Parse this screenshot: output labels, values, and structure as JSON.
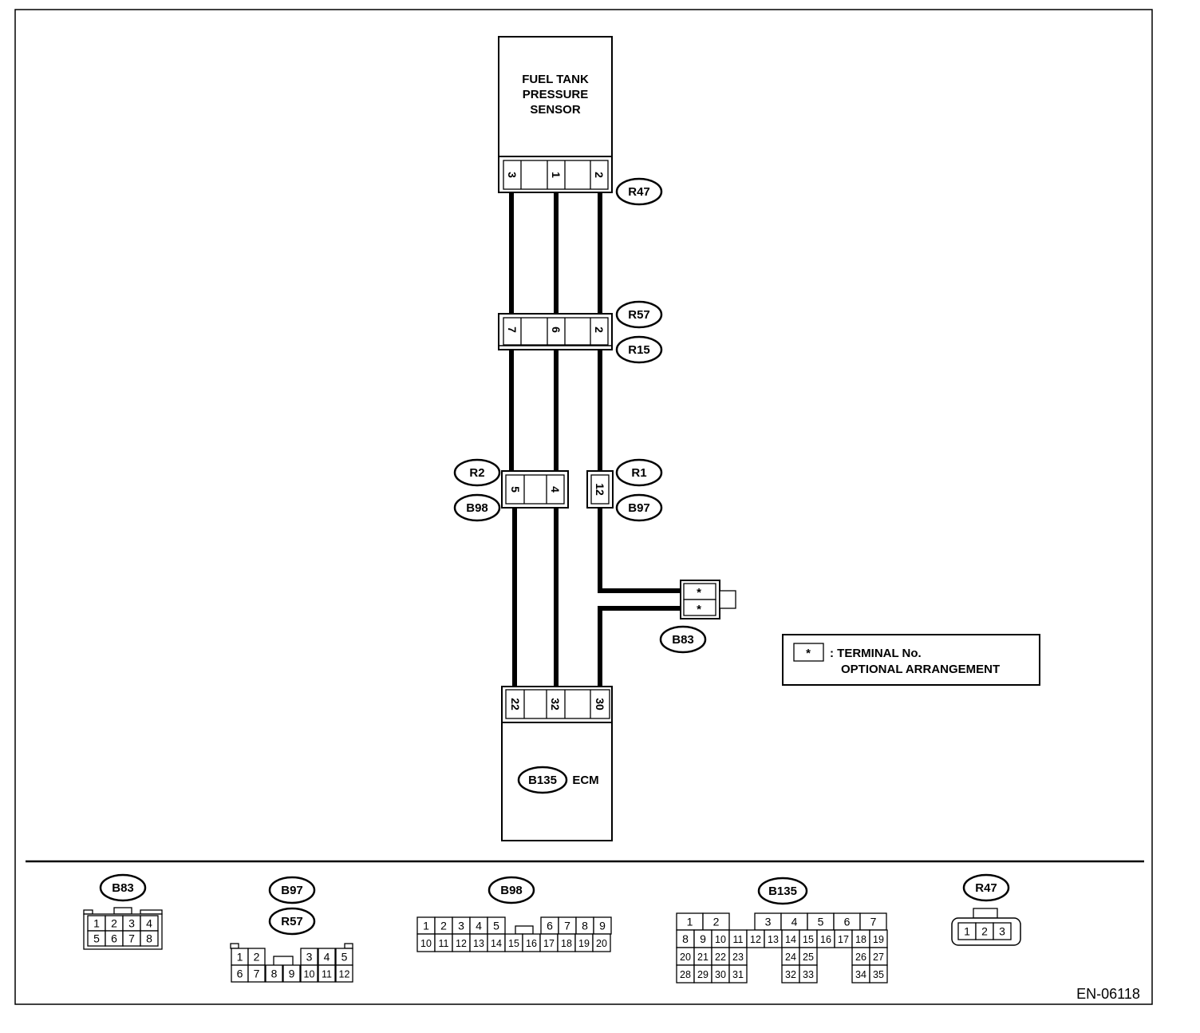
{
  "sensor": {
    "lines": [
      "FUEL TANK",
      "PRESSURE",
      "SENSOR"
    ]
  },
  "ecm": {
    "connector": "B135",
    "label": "ECM"
  },
  "connectors": {
    "r47": {
      "label": "R47",
      "pins": [
        "3",
        "1",
        "2"
      ]
    },
    "r57": {
      "label": "R57"
    },
    "r15": {
      "label": "R15",
      "pins": [
        "7",
        "6",
        "2"
      ]
    },
    "r2": {
      "label": "R2"
    },
    "b98": {
      "label": "B98",
      "pins": [
        "5",
        "4"
      ]
    },
    "r1": {
      "label": "R1"
    },
    "b97": {
      "label": "B97",
      "pins": [
        "12"
      ]
    },
    "b83": {
      "label": "B83",
      "pins": [
        "*",
        "*"
      ]
    },
    "b135": {
      "pins": [
        "22",
        "32",
        "30"
      ]
    }
  },
  "legend": {
    "symbol": "*",
    "line1": ": TERMINAL No.",
    "line2": "OPTIONAL ARRANGEMENT"
  },
  "footer": {
    "b83": {
      "label": "B83",
      "row1": [
        "1",
        "2",
        "3",
        "4"
      ],
      "row2": [
        "5",
        "6",
        "7",
        "8"
      ]
    },
    "b97": {
      "label": "B97",
      "label2": "R57",
      "row1": [
        "1",
        "2",
        "3",
        "4",
        "5"
      ],
      "row2": [
        "6",
        "7",
        "8",
        "9",
        "10",
        "11",
        "12"
      ]
    },
    "b98": {
      "label": "B98",
      "row1": [
        "1",
        "2",
        "3",
        "4",
        "5",
        "6",
        "7",
        "8",
        "9"
      ],
      "row2": [
        "10",
        "11",
        "12",
        "13",
        "14",
        "15",
        "16",
        "17",
        "18",
        "19",
        "20"
      ]
    },
    "b135": {
      "label": "B135",
      "row1": [
        "1",
        "2",
        "3",
        "4",
        "5",
        "6",
        "7"
      ],
      "row2": [
        "8",
        "9",
        "10",
        "11",
        "12",
        "13",
        "14",
        "15",
        "16",
        "17",
        "18",
        "19"
      ],
      "row3": [
        "20",
        "21",
        "22",
        "23",
        "24",
        "25",
        "26",
        "27"
      ],
      "row4": [
        "28",
        "29",
        "30",
        "31",
        "32",
        "33",
        "34",
        "35"
      ]
    },
    "r47": {
      "label": "R47",
      "row1": [
        "1",
        "2",
        "3"
      ]
    }
  },
  "code": "EN-06118"
}
